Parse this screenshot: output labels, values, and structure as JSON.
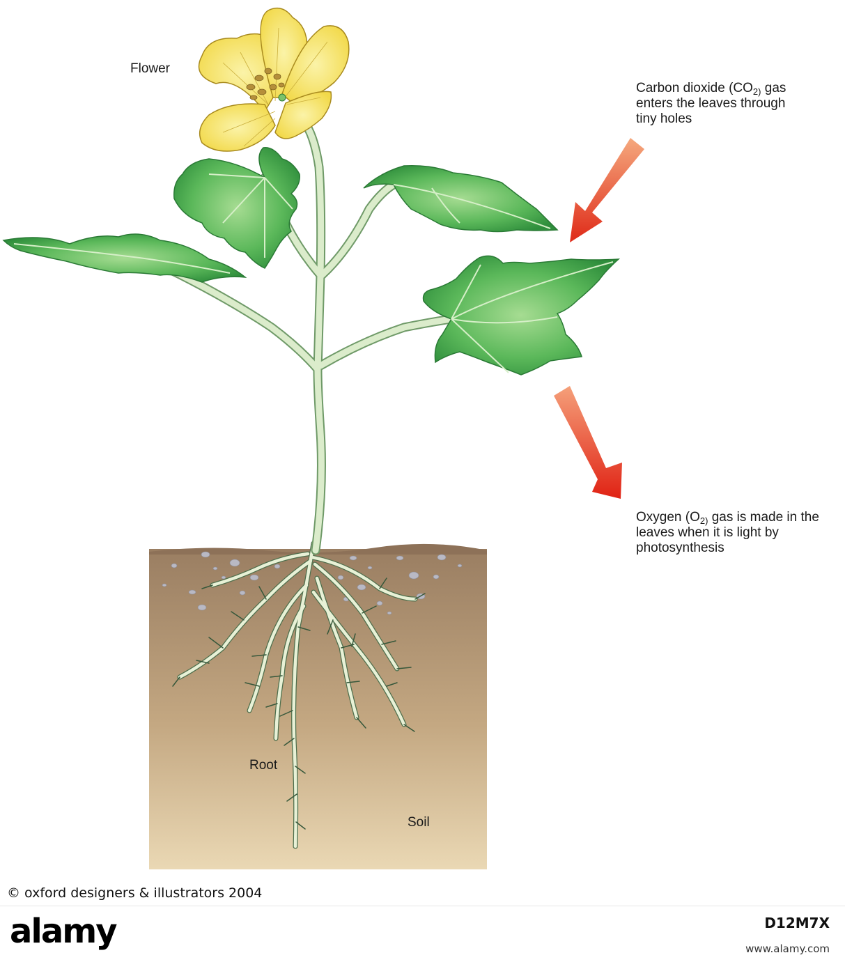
{
  "labels": {
    "flower": "Flower",
    "root": "Root",
    "soil": "Soil",
    "co2": {
      "prefix": "Carbon dioxide (CO",
      "sub": "2)",
      "rest": " gas enters the leaves through tiny holes"
    },
    "o2": {
      "prefix": "Oxygen (O",
      "sub": "2)",
      "rest": " gas is made in the leaves when it is light by photosynthesis"
    }
  },
  "credit": "© oxford designers & illustrators 2004",
  "footer": {
    "brand": "alamy",
    "image_id": "D12M7X",
    "site": "www.alamy.com"
  },
  "colors": {
    "leaf": "#3fa048",
    "leaf_light": "#9ad88a",
    "stem": "#d8ecc8",
    "petal": "#f7e77a",
    "soil_top": "#9a7e62",
    "soil_bottom": "#e9d6b2",
    "arrow": "#e02a1a"
  }
}
